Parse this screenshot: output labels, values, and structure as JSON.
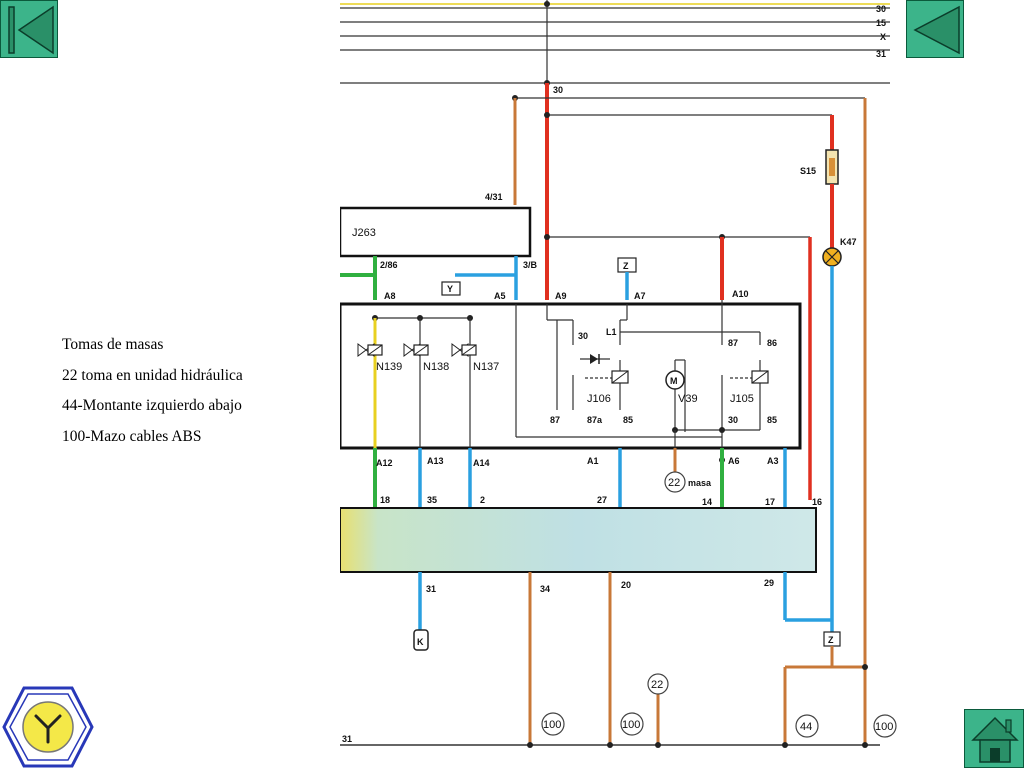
{
  "legend": {
    "title": "Tomas de masas",
    "items": [
      "22 toma en unidad hidráulica",
      "44-Montante izquierdo abajo",
      "100-Mazo cables ABS"
    ]
  },
  "bus_labels": [
    "30",
    "15",
    "X",
    "31"
  ],
  "wire_labels": {
    "w30": "30",
    "w431": "4/31",
    "w286": "2/86",
    "w3b": "3/B",
    "A8": "A8",
    "A5": "A5",
    "A9": "A9",
    "A7": "A7",
    "A10": "A10",
    "A12": "A12",
    "A13": "A13",
    "A14": "A14",
    "A1": "A1",
    "A6": "A6",
    "A3": "A3",
    "p18": "18",
    "p35": "35",
    "p2": "2",
    "p27": "27",
    "p14": "14",
    "p17": "17",
    "p16": "16",
    "p31": "31",
    "p34": "34",
    "p20": "20",
    "p29": "29",
    "bottom31": "31"
  },
  "components": {
    "J263": "J263",
    "S15": "S15",
    "K47": "K47",
    "N139": "N139",
    "N138": "N138",
    "N137": "N137",
    "J106": "J106",
    "J105": "J105",
    "V39": "V39",
    "M": "M",
    "Y": "Y",
    "Z1": "Z",
    "Z2": "Z",
    "K": "K",
    "relay_pins": {
      "r30": "30",
      "L1": "L1",
      "r87": "87",
      "r87a": "87a",
      "r85": "85",
      "r87b": "87",
      "r86": "86",
      "r30b": "30",
      "r85b": "85"
    }
  },
  "ground_points": {
    "masa_label": "masa",
    "g22a": "22",
    "g22b": "22",
    "g100a": "100",
    "g100b": "100",
    "g44": "44",
    "g100c": "100"
  },
  "colors": {
    "nav_button": "#3cb48a",
    "red_wire": "#e03020",
    "blue_wire": "#2aa0e0",
    "brown_wire": "#c87838",
    "green_wire": "#30b040",
    "yellow_wire": "#e8d020"
  },
  "icons": {
    "first": "skip-to-first-icon",
    "prev": "previous-icon",
    "home": "home-icon",
    "logo": "three-way-junction-icon"
  }
}
